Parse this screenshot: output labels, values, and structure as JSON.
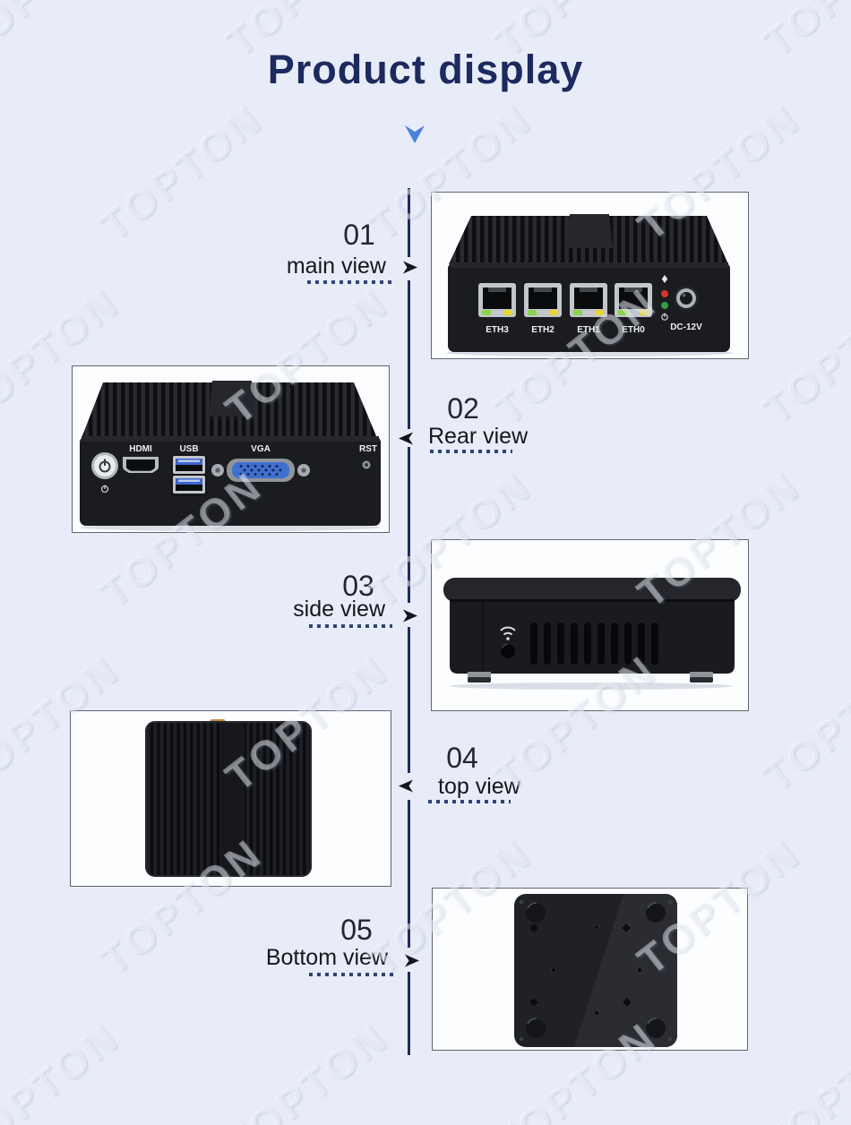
{
  "page": {
    "title": "Product display",
    "watermark": "TOPTON",
    "bg_color": "#e7ecf8",
    "title_color": "#1c2a5e",
    "accent_blue": "#4c82d9",
    "line_color": "#1e2d5c"
  },
  "sections": [
    {
      "number": "01",
      "label": "main view",
      "arrow_side": "right"
    },
    {
      "number": "02",
      "label": "Rear view",
      "arrow_side": "left"
    },
    {
      "number": "03",
      "label": "side view",
      "arrow_side": "right"
    },
    {
      "number": "04",
      "label": "top view",
      "arrow_side": "left"
    },
    {
      "number": "05",
      "label": "Bottom view",
      "arrow_side": "right"
    }
  ],
  "main_view": {
    "eth_ports": [
      "ETH3",
      "ETH2",
      "ETH1",
      "ETH0"
    ],
    "dc_label": "DC-12V"
  },
  "rear_view": {
    "hdmi": "HDMI",
    "usb": "USB",
    "vga": "VGA",
    "rst": "RST"
  }
}
